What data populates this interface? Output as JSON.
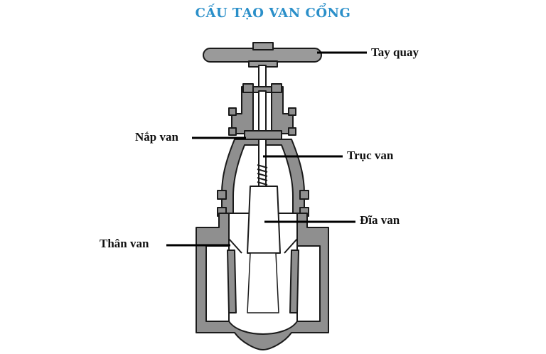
{
  "title": "CẤU TẠO VAN CỔNG",
  "labels": {
    "handwheel": "Tay quay",
    "bonnet": "Nắp van",
    "stem": "Trục van",
    "disc": "Đĩa van",
    "body": "Thân van"
  },
  "colors": {
    "title": "#2a8fc9",
    "metal": "#8f8f8f",
    "outline": "#1a1a1a",
    "interior": "#ffffff",
    "wheel": "#9a9a9a"
  }
}
